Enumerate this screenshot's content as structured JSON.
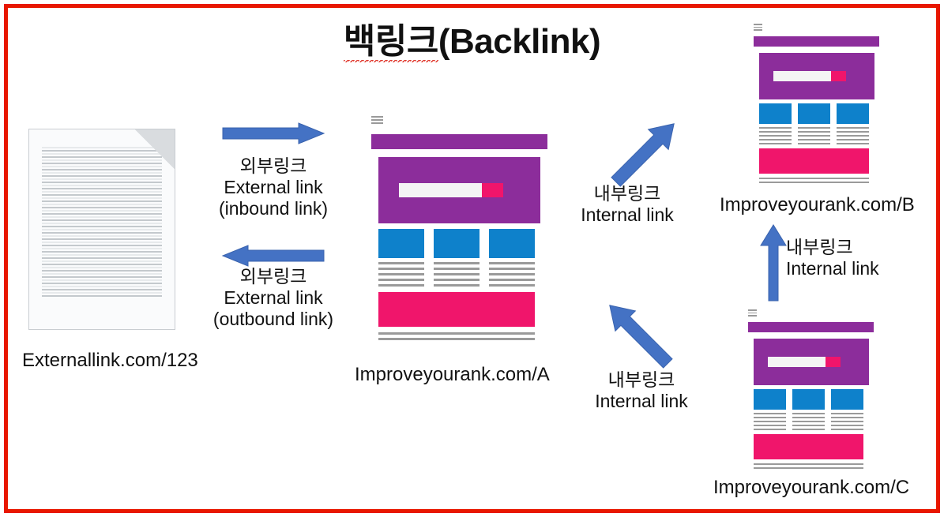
{
  "page": {
    "title_korean": "백링크",
    "title_english": "(Backlink)",
    "border_color": "#e81700",
    "background": "#ffffff"
  },
  "palette": {
    "purple": "#8c2d9b",
    "blue_card": "#0e81cb",
    "pink": "#f0156b",
    "arrow_blue": "#4472c4",
    "gray_line": "#9a9a9a",
    "red_border": "#e81700"
  },
  "nodes": {
    "external_doc": {
      "icon": "document-page-icon",
      "url_label": "Externallink.com/123"
    },
    "site_a": {
      "icon": "website-mockup-icon",
      "url_label": "Improveyourank.com/A"
    },
    "site_b": {
      "icon": "website-mockup-icon",
      "url_label": "Improveyourank.com/B"
    },
    "site_c": {
      "icon": "website-mockup-icon",
      "url_label": "Improveyourank.com/C"
    }
  },
  "mockup_parts": {
    "menu_icon": "hamburger-menu-icon",
    "nav_bar": "navigation-bar",
    "hero": "hero-banner",
    "search_field": "search-input",
    "search_button": "search-button",
    "cards": [
      "card-1",
      "card-2",
      "card-3"
    ],
    "text_columns": [
      "text-column-1",
      "text-column-2",
      "text-column-3"
    ],
    "cta_bar": "cta-banner",
    "footer_lines": "footer-lines"
  },
  "arrows": {
    "inbound": {
      "icon": "arrow-right-icon",
      "direction": "right",
      "caption_ko": "외부링크",
      "caption_en": "External link",
      "caption_note": "(inbound link)"
    },
    "outbound": {
      "icon": "arrow-left-icon",
      "direction": "left",
      "caption_ko": "외부링크",
      "caption_en": "External link",
      "caption_note": "(outbound link)"
    },
    "internal_up_right": {
      "icon": "arrow-diagonal-up-right-icon",
      "direction": "up-right",
      "caption_ko": "내부링크",
      "caption_en": "Internal link"
    },
    "internal_up_left": {
      "icon": "arrow-diagonal-up-left-icon",
      "direction": "up-left",
      "caption_ko": "내부링크",
      "caption_en": "Internal link"
    },
    "internal_up": {
      "icon": "arrow-up-icon",
      "direction": "up",
      "caption_ko": "내부링크",
      "caption_en": "Internal link"
    }
  }
}
